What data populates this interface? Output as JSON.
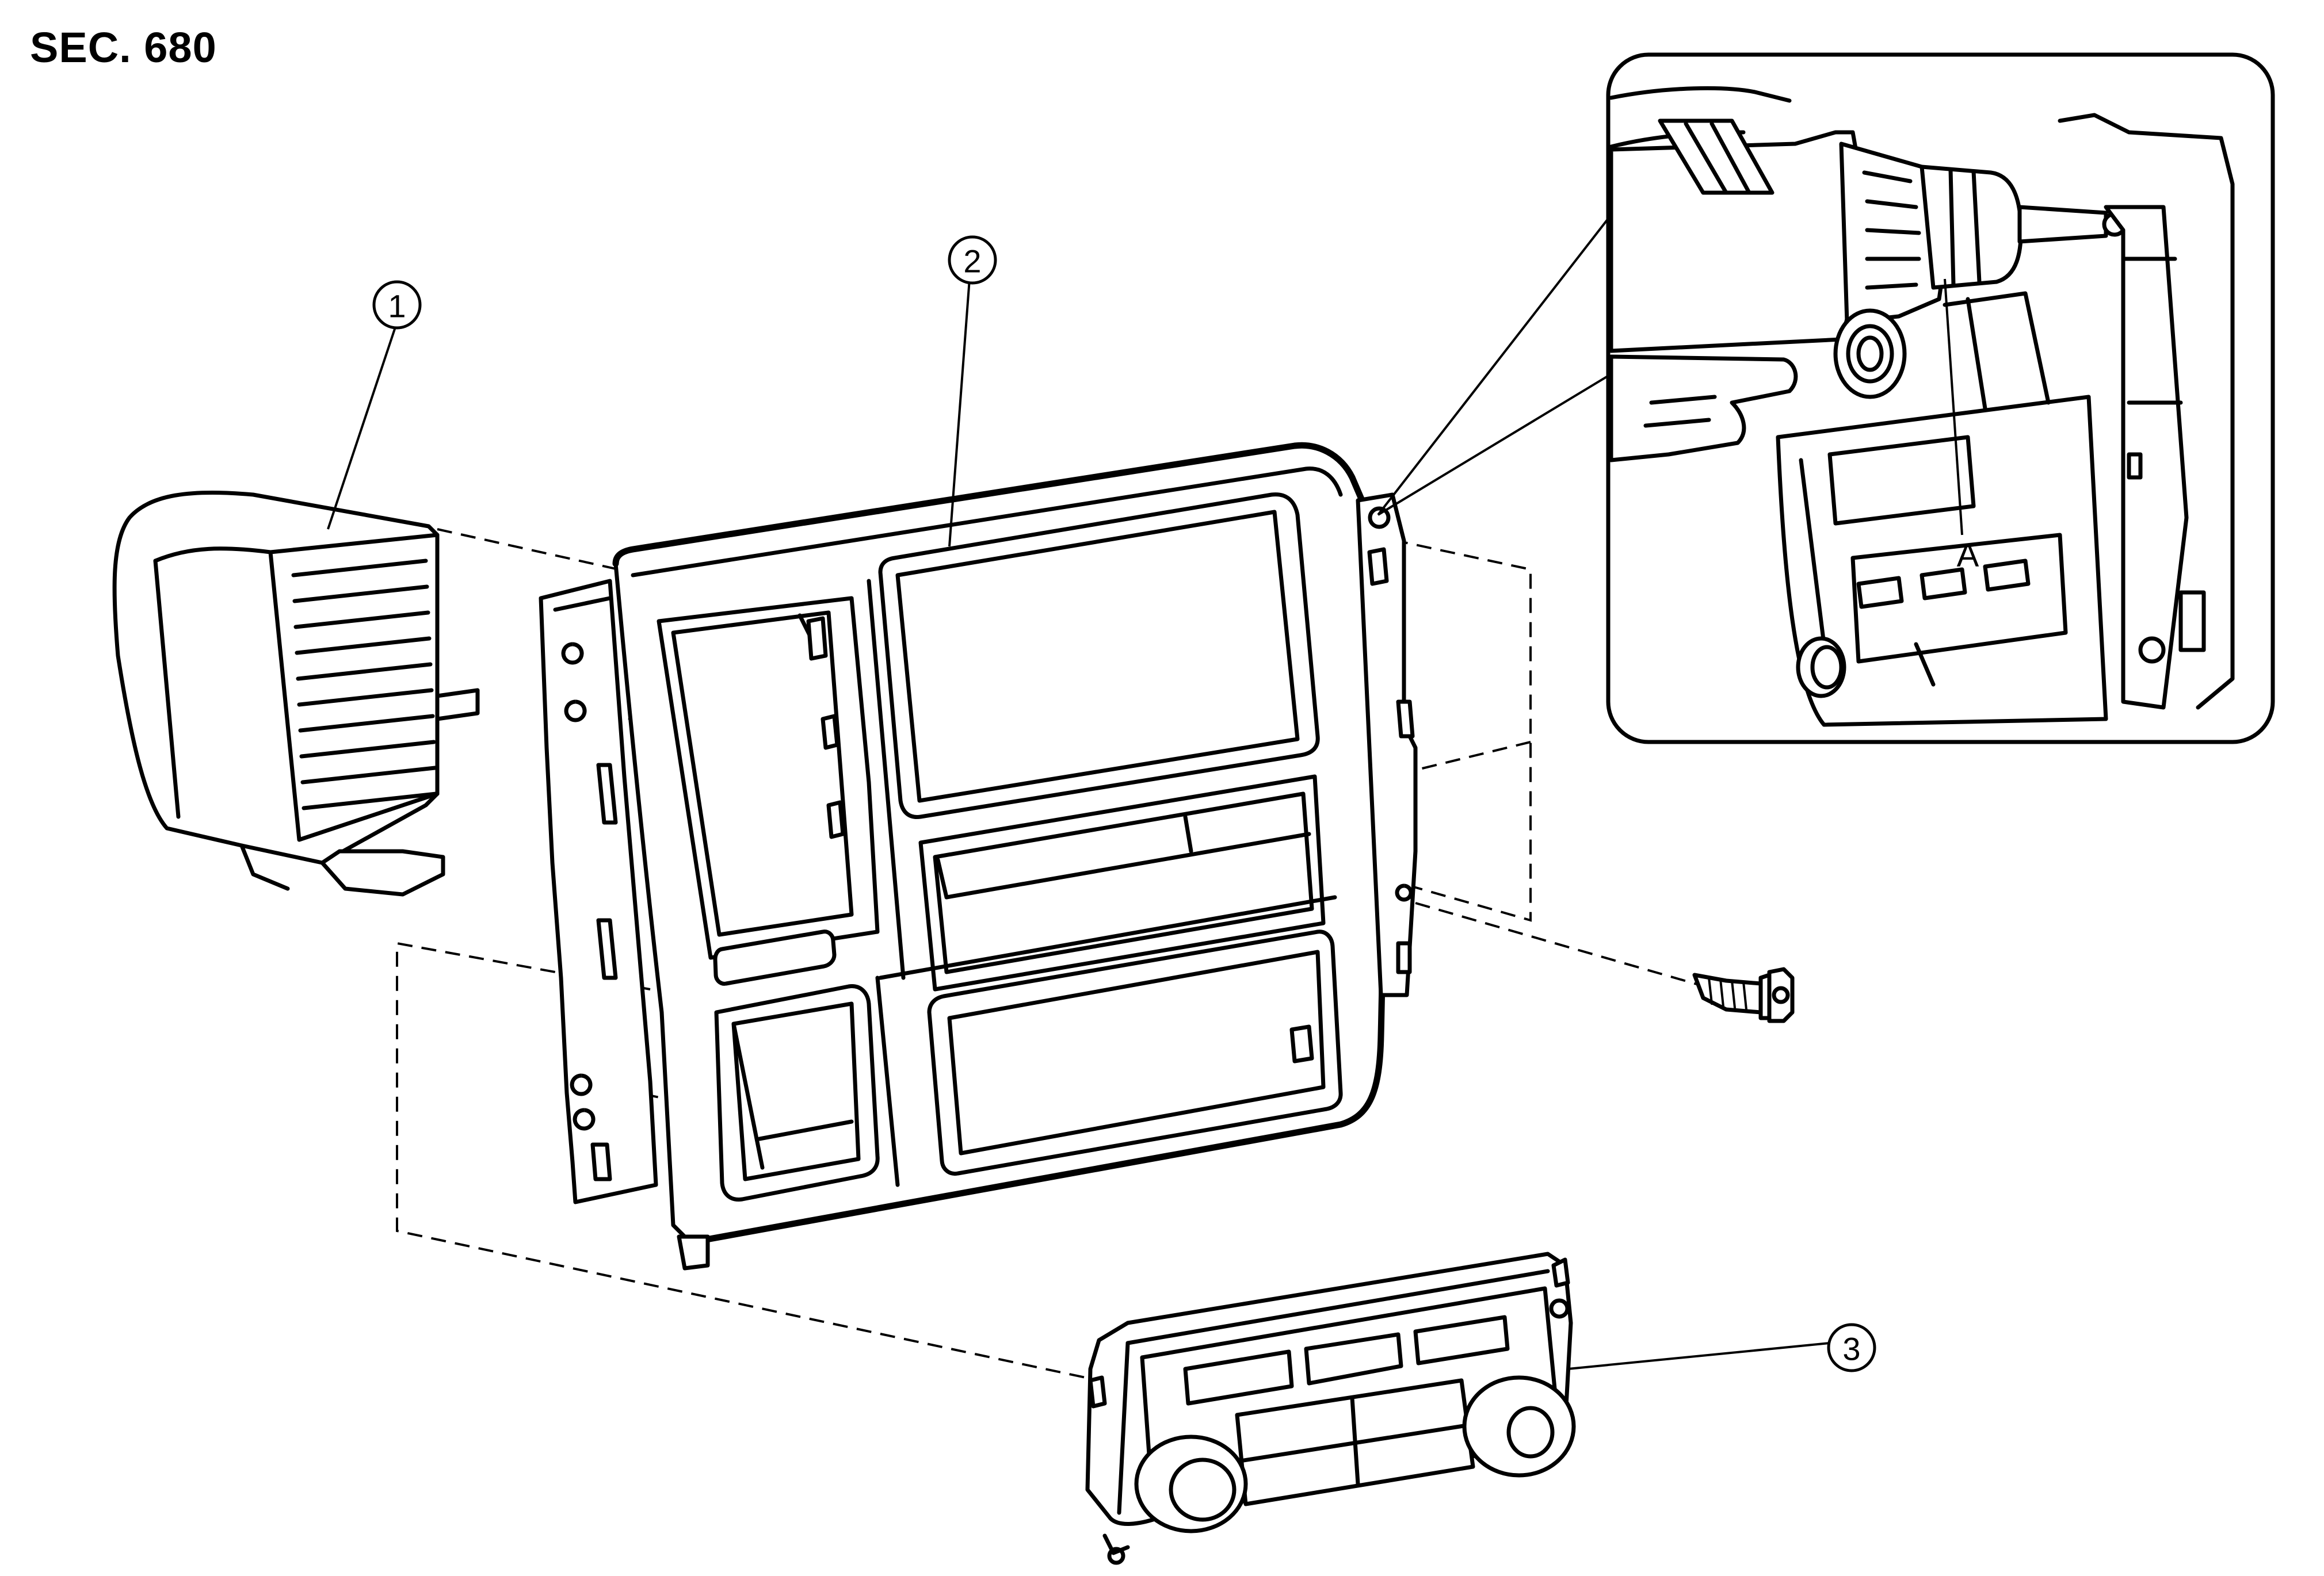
{
  "section_label": "SEC. 680",
  "callouts": {
    "c1": "1",
    "c2": "2",
    "c3": "3"
  },
  "detail_label": "A"
}
